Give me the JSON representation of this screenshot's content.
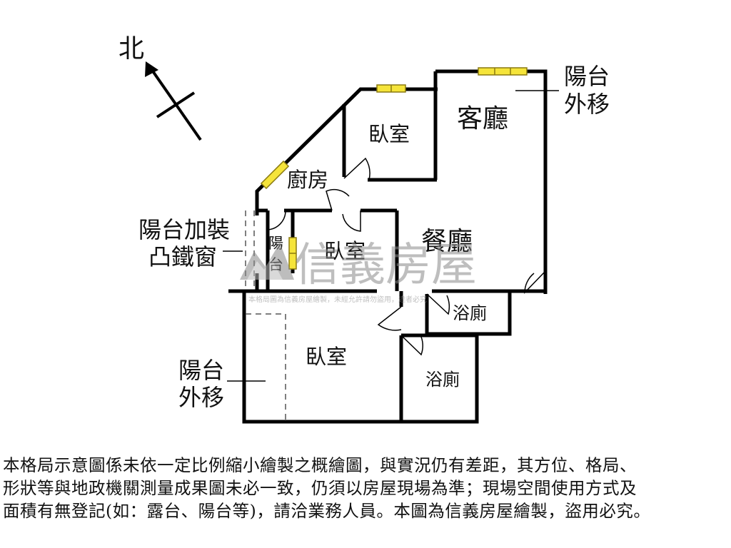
{
  "compass": {
    "north": "北"
  },
  "rooms": {
    "living_room": "客廳",
    "dining_room": "餐廳",
    "kitchen": "廚房",
    "bedroom_north": "臥室",
    "bedroom_middle": "臥室",
    "bedroom_south": "臥室",
    "bathroom_1": "浴廁",
    "bathroom_2": "浴廁",
    "small_balcony_line1": "陽",
    "small_balcony_line2": "台"
  },
  "annotations": {
    "balcony_moved_east_line1": "陽台",
    "balcony_moved_east_line2": "外移",
    "balcony_window_line1": "陽台加裝",
    "balcony_window_line2": "凸鐵窗",
    "balcony_moved_west_line1": "陽台",
    "balcony_moved_west_line2": "外移"
  },
  "watermark": {
    "brand": "信義房屋",
    "notice": "本格局圖為信義房屋繪製，未經允許請勿盜用，違者必究"
  },
  "disclaimer_lines": [
    "本格局示意圖係未依一定比例縮小繪製之概繪圖，與實況仍有差距，其方位、格局、",
    "形狀等與地政機關測量成果圖未必一致，仍須以房屋現場為準；現場空間使用方式及",
    "面積有無登記(如：露台、陽台等)，請洽業務人員。本圖為信義房屋繪製，盜用必究。"
  ],
  "colors": {
    "wall": "#000000",
    "window_fill": "#f5e43a",
    "window_edge": "#8a7a10",
    "watermark": "#9a9a9a"
  }
}
